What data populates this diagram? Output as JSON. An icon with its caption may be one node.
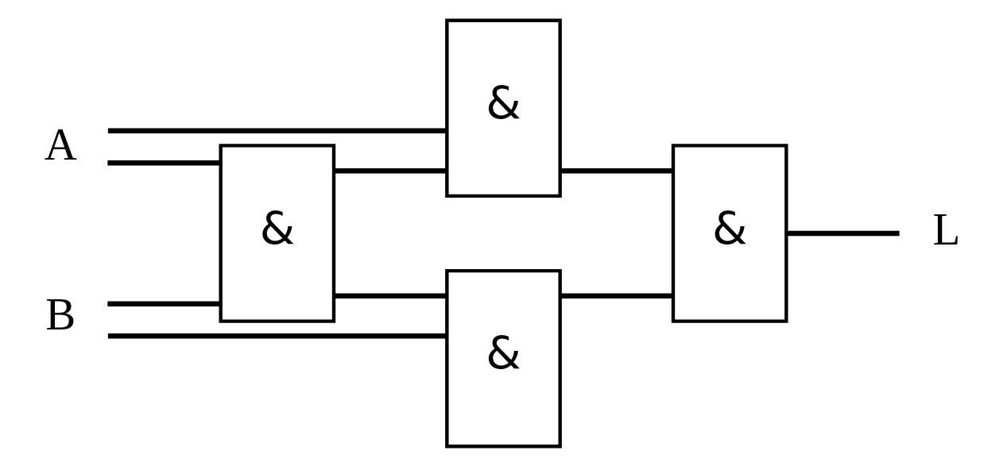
{
  "diagram": {
    "nodes": [
      {
        "text": [
          "A"
        ]
      },
      {
        "text": [
          "&"
        ]
      },
      {
        "text": [
          "&"
        ]
      },
      {
        "text": [
          "&"
        ]
      },
      {
        "text": [
          "&"
        ]
      },
      {
        "text": [
          "B"
        ]
      },
      {
        "text": [
          "L"
        ]
      }
    ],
    "edges": [
      {
        "from": 0,
        "to": 1,
        "arrow": "none"
      },
      {
        "from": 0,
        "to": 2,
        "arrow": "none"
      },
      {
        "from": 5,
        "to": 2,
        "arrow": "none"
      },
      {
        "from": 5,
        "to": 4,
        "arrow": "none"
      },
      {
        "from": 2,
        "to": 1,
        "arrow": "none"
      },
      {
        "from": 2,
        "to": 4,
        "arrow": "none"
      },
      {
        "from": 1,
        "to": 3,
        "arrow": "none"
      },
      {
        "from": 4,
        "to": 3,
        "arrow": "none"
      },
      {
        "from": 3,
        "to": 6,
        "arrow": "none"
      }
    ]
  }
}
